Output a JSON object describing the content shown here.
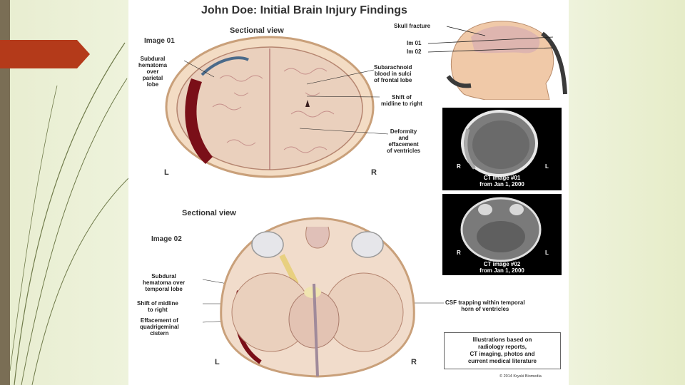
{
  "title": "John Doe: Initial Brain Injury Findings",
  "section1": {
    "heading": "Sectional view",
    "image_label": "Image 01",
    "labels": {
      "subdural": [
        "Subdural",
        "hematoma",
        "over",
        "parietal",
        "lobe"
      ],
      "subarachnoid": [
        "Subarachnoid",
        "blood in sulci",
        "of frontal lobe"
      ],
      "shift": [
        "Shift of",
        "midline to right"
      ],
      "deformity": [
        "Deformity",
        "and",
        "effacement",
        "of ventricles"
      ]
    },
    "left": "L",
    "right": "R"
  },
  "head": {
    "skull_fracture": "Skull fracture",
    "im01": "Im 01",
    "im02": "Im 02"
  },
  "ct1": {
    "r": "R",
    "l": "L",
    "caption": [
      "CT image #01",
      "from Jan 1, 2000"
    ]
  },
  "ct2": {
    "r": "R",
    "l": "L",
    "caption": [
      "CT image #02",
      "from Jan 1, 2000"
    ]
  },
  "section2": {
    "heading": "Sectional view",
    "image_label": "Image 02",
    "labels": {
      "subdural": [
        "Subdural",
        "hematoma over",
        "temporal lobe"
      ],
      "shift": [
        "Shift of midline",
        "to right"
      ],
      "effacement": [
        "Effacement of",
        "quadrigeminal",
        "cistern"
      ],
      "csf": [
        "CSF trapping within temporal",
        "horn of ventricles"
      ]
    },
    "left": "L",
    "right": "R"
  },
  "note": [
    "Illustrations based on",
    "radiology reports,",
    "CT imaging, photos and",
    "current medical literature"
  ],
  "credit": "© 2014 Kryski Biomedia",
  "colors": {
    "accent_arrow": "#b43a1a",
    "left_bar": "#7a6e55",
    "background": "#eef3dc"
  }
}
